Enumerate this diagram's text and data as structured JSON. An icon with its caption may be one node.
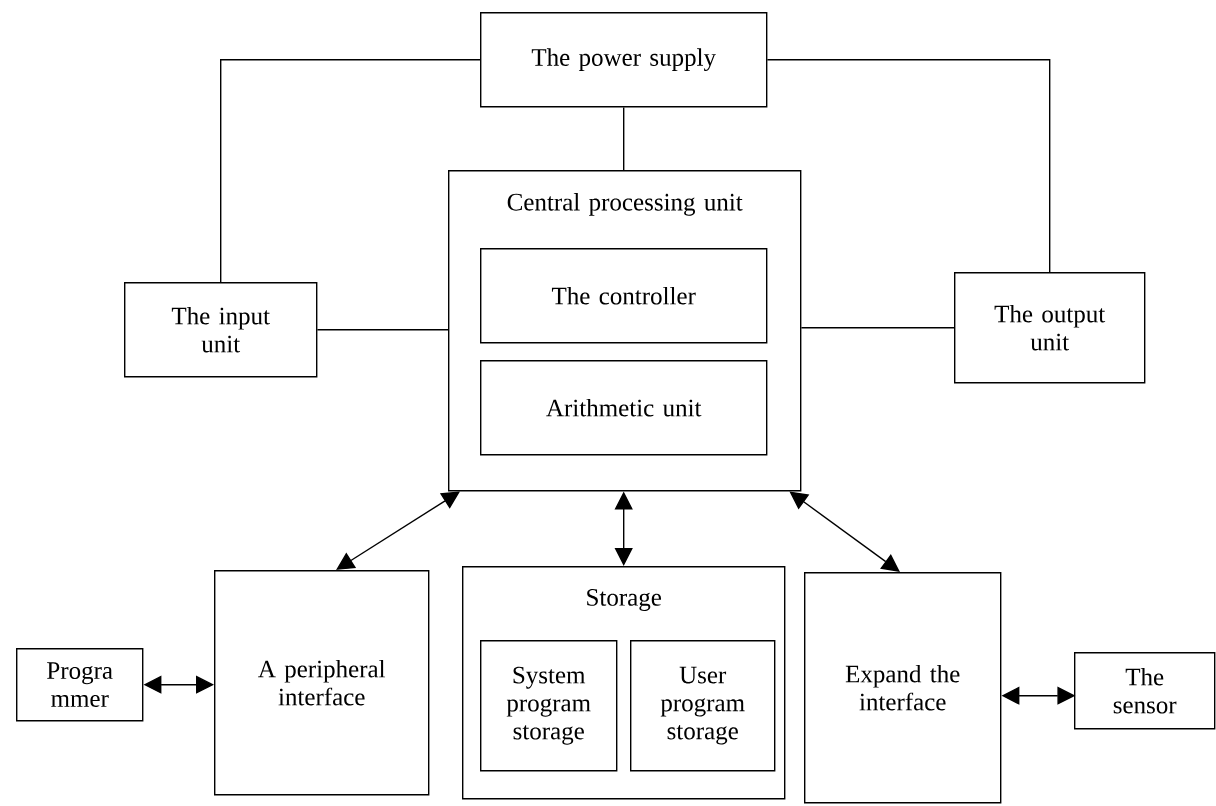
{
  "diagram": {
    "nodes": [
      {
        "text": [
          "The power supply"
        ]
      },
      {
        "text": [
          "Central processing unit"
        ]
      },
      {
        "text": [
          "The controller"
        ],
        "in": 1
      },
      {
        "text": [
          "Arithmetic unit"
        ],
        "in": 1
      },
      {
        "text": [
          "The input unit"
        ]
      },
      {
        "text": [
          "The output unit"
        ]
      },
      {
        "text": [
          "A peripheral interface"
        ]
      },
      {
        "text": [
          "Storage"
        ]
      },
      {
        "text": [
          "System program storage"
        ],
        "in": 7
      },
      {
        "text": [
          "User program storage"
        ],
        "in": 7
      },
      {
        "text": [
          "Expand the interface"
        ]
      },
      {
        "text": [
          "Progra mmer"
        ]
      },
      {
        "text": [
          "The sensor"
        ]
      }
    ],
    "edges": [
      {
        "from": 0,
        "to": 4,
        "arrow": "none"
      },
      {
        "from": 0,
        "to": 5,
        "arrow": "none"
      },
      {
        "from": 0,
        "to": 1,
        "arrow": "none"
      },
      {
        "from": 4,
        "to": 1,
        "arrow": "none"
      },
      {
        "from": 1,
        "to": 5,
        "arrow": "none"
      },
      {
        "from": 1,
        "to": 6,
        "arrow": "both"
      },
      {
        "from": 1,
        "to": 7,
        "arrow": "both"
      },
      {
        "from": 1,
        "to": 10,
        "arrow": "both"
      },
      {
        "from": 11,
        "to": 6,
        "arrow": "both"
      },
      {
        "from": 10,
        "to": 12,
        "arrow": "both"
      }
    ]
  }
}
